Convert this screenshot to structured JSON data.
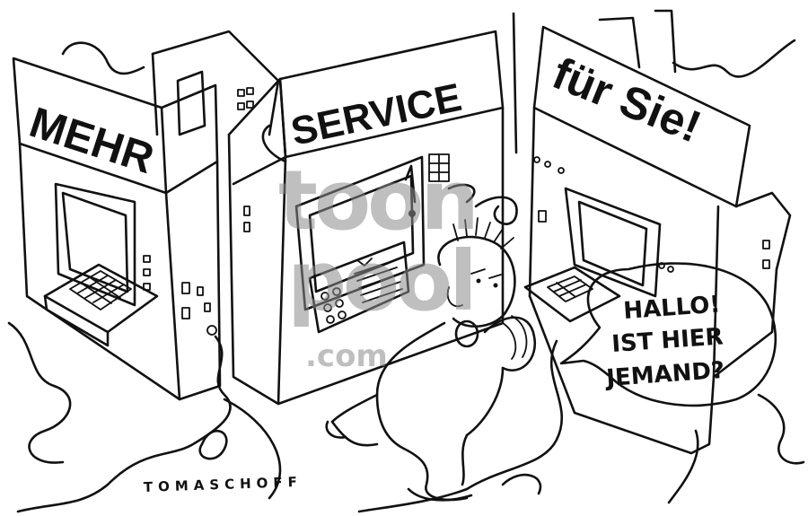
{
  "signs": {
    "left": "MEHR",
    "center": "SERVICE",
    "right": "für Sie!"
  },
  "speech_bubble": {
    "line1": "HALLO!",
    "line2": "IST HIER",
    "line3": "JEMAND?"
  },
  "signature": "TOMASCHOFF",
  "watermark": {
    "line1": "toon",
    "line2": "pool",
    "line3": ".com"
  },
  "colors": {
    "ink": "#111111",
    "paper": "#ffffff",
    "watermark": "#8a8a8a"
  }
}
